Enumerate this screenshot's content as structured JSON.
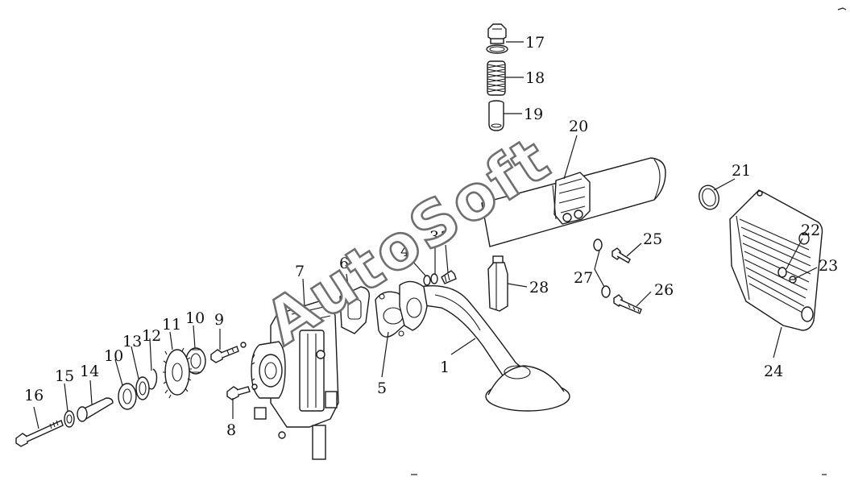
{
  "watermark": "AutoSoft",
  "part_numbers": {
    "p1": "1",
    "p2": "2",
    "p3": "3",
    "p4": "4",
    "p5": "5",
    "p6": "6",
    "p7": "7",
    "p8": "8",
    "p9": "9",
    "p10a": "10",
    "p10b": "10",
    "p11": "11",
    "p12": "12",
    "p13": "13",
    "p14": "14",
    "p15": "15",
    "p16": "16",
    "p17": "17",
    "p18": "18",
    "p19": "19",
    "p20": "20",
    "p21": "21",
    "p22": "22",
    "p23": "23",
    "p24": "24",
    "p25": "25",
    "p26": "26",
    "p27": "27",
    "p28": "28"
  }
}
